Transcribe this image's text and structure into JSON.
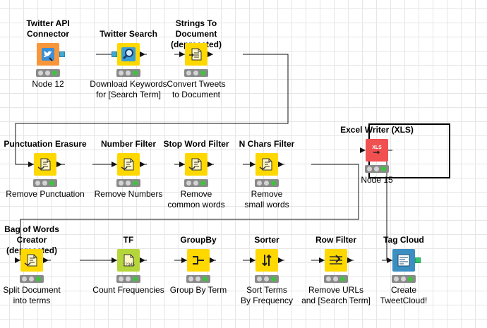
{
  "nodes": [
    {
      "id": "twitter-api-connector",
      "title": "Twitter API\nConnector",
      "label": "Node 12",
      "color": "#f7963b",
      "icon": "twitter-bird-icon",
      "in": "none",
      "out": "square-blue"
    },
    {
      "id": "twitter-search",
      "title": "Twitter Search",
      "label": "Download Keywords\nfor [Search Term]",
      "color": "#ffd800",
      "icon": "search-icon",
      "in": "square-blue",
      "out": "triangle"
    },
    {
      "id": "strings-to-document",
      "title": "Strings To Document\n(deprecated)",
      "label": "Convert Tweets\nto Document",
      "color": "#ffd800",
      "icon": "document-convert-icon",
      "in": "triangle",
      "out": "triangle"
    },
    {
      "id": "punctuation-erasure",
      "title": "Punctuation Erasure",
      "label": "Remove Punctuation",
      "color": "#ffd800",
      "icon": "document-filter-icon",
      "in": "triangle",
      "out": "triangle"
    },
    {
      "id": "number-filter",
      "title": "Number Filter",
      "label": "Remove Numbers",
      "color": "#ffd800",
      "icon": "document-filter-icon",
      "in": "triangle",
      "out": "triangle"
    },
    {
      "id": "stop-word-filter",
      "title": "Stop Word Filter",
      "label": "Remove\ncommon words",
      "color": "#ffd800",
      "icon": "document-filter-icon",
      "in": "triangle",
      "out": "triangle"
    },
    {
      "id": "n-chars-filter",
      "title": "N Chars Filter",
      "label": "Remove\nsmall words",
      "color": "#ffd800",
      "icon": "document-filter-icon",
      "in": "triangle",
      "out": "triangle"
    },
    {
      "id": "excel-writer",
      "title": "Excel Writer (XLS)",
      "label": "Node 15",
      "color": "#f05050",
      "icon": "xls-icon",
      "in": "triangle",
      "out": "none"
    },
    {
      "id": "bag-of-words-creator",
      "title": "Bag of Words Creator\n(deprecated)",
      "label": "Split Document\ninto terms",
      "color": "#ffd800",
      "icon": "document-filter-icon",
      "in": "triangle",
      "out": "triangle"
    },
    {
      "id": "tf",
      "title": "TF",
      "label": "Count Frequencies",
      "color": "#b5d63a",
      "icon": "tf-icon",
      "in": "triangle",
      "out": "triangle"
    },
    {
      "id": "groupby",
      "title": "GroupBy",
      "label": "Group By Term",
      "color": "#ffd800",
      "icon": "groupby-icon",
      "in": "triangle",
      "out": "triangle"
    },
    {
      "id": "sorter",
      "title": "Sorter",
      "label": "Sort Terms\nBy Frequency",
      "color": "#ffd800",
      "icon": "sort-arrows-icon",
      "in": "triangle",
      "out": "triangle"
    },
    {
      "id": "row-filter",
      "title": "Row Filter",
      "label": "Remove URLs\nand [Search Term]",
      "color": "#ffd800",
      "icon": "row-filter-icon",
      "in": "triangle",
      "out": "triangle"
    },
    {
      "id": "tag-cloud",
      "title": "Tag Cloud",
      "label": "Create\nTweetCloud!",
      "color": "#3b8ec2",
      "icon": "tag-cloud-icon",
      "in": "triangle",
      "out": "square-green"
    }
  ]
}
